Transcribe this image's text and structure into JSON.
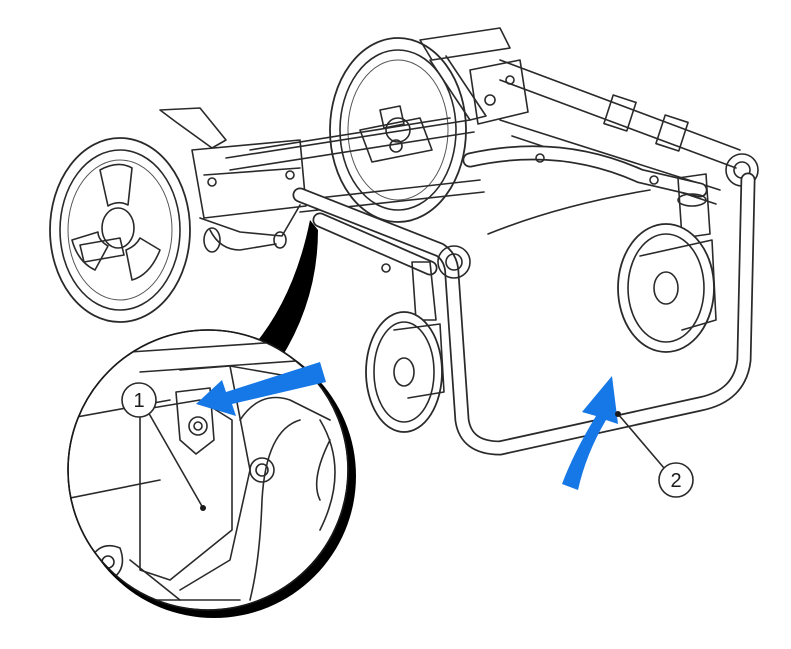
{
  "callouts": [
    {
      "id": "1",
      "label": "1"
    },
    {
      "id": "2",
      "label": "2"
    }
  ],
  "colors": {
    "arrow": "#1677e6",
    "line": "#2a2a2a",
    "shadow": "#000000",
    "background": "#ffffff"
  },
  "icons": {
    "arrow_release": "blue-arrow-icon",
    "arrow_lift": "blue-arrow-icon"
  }
}
